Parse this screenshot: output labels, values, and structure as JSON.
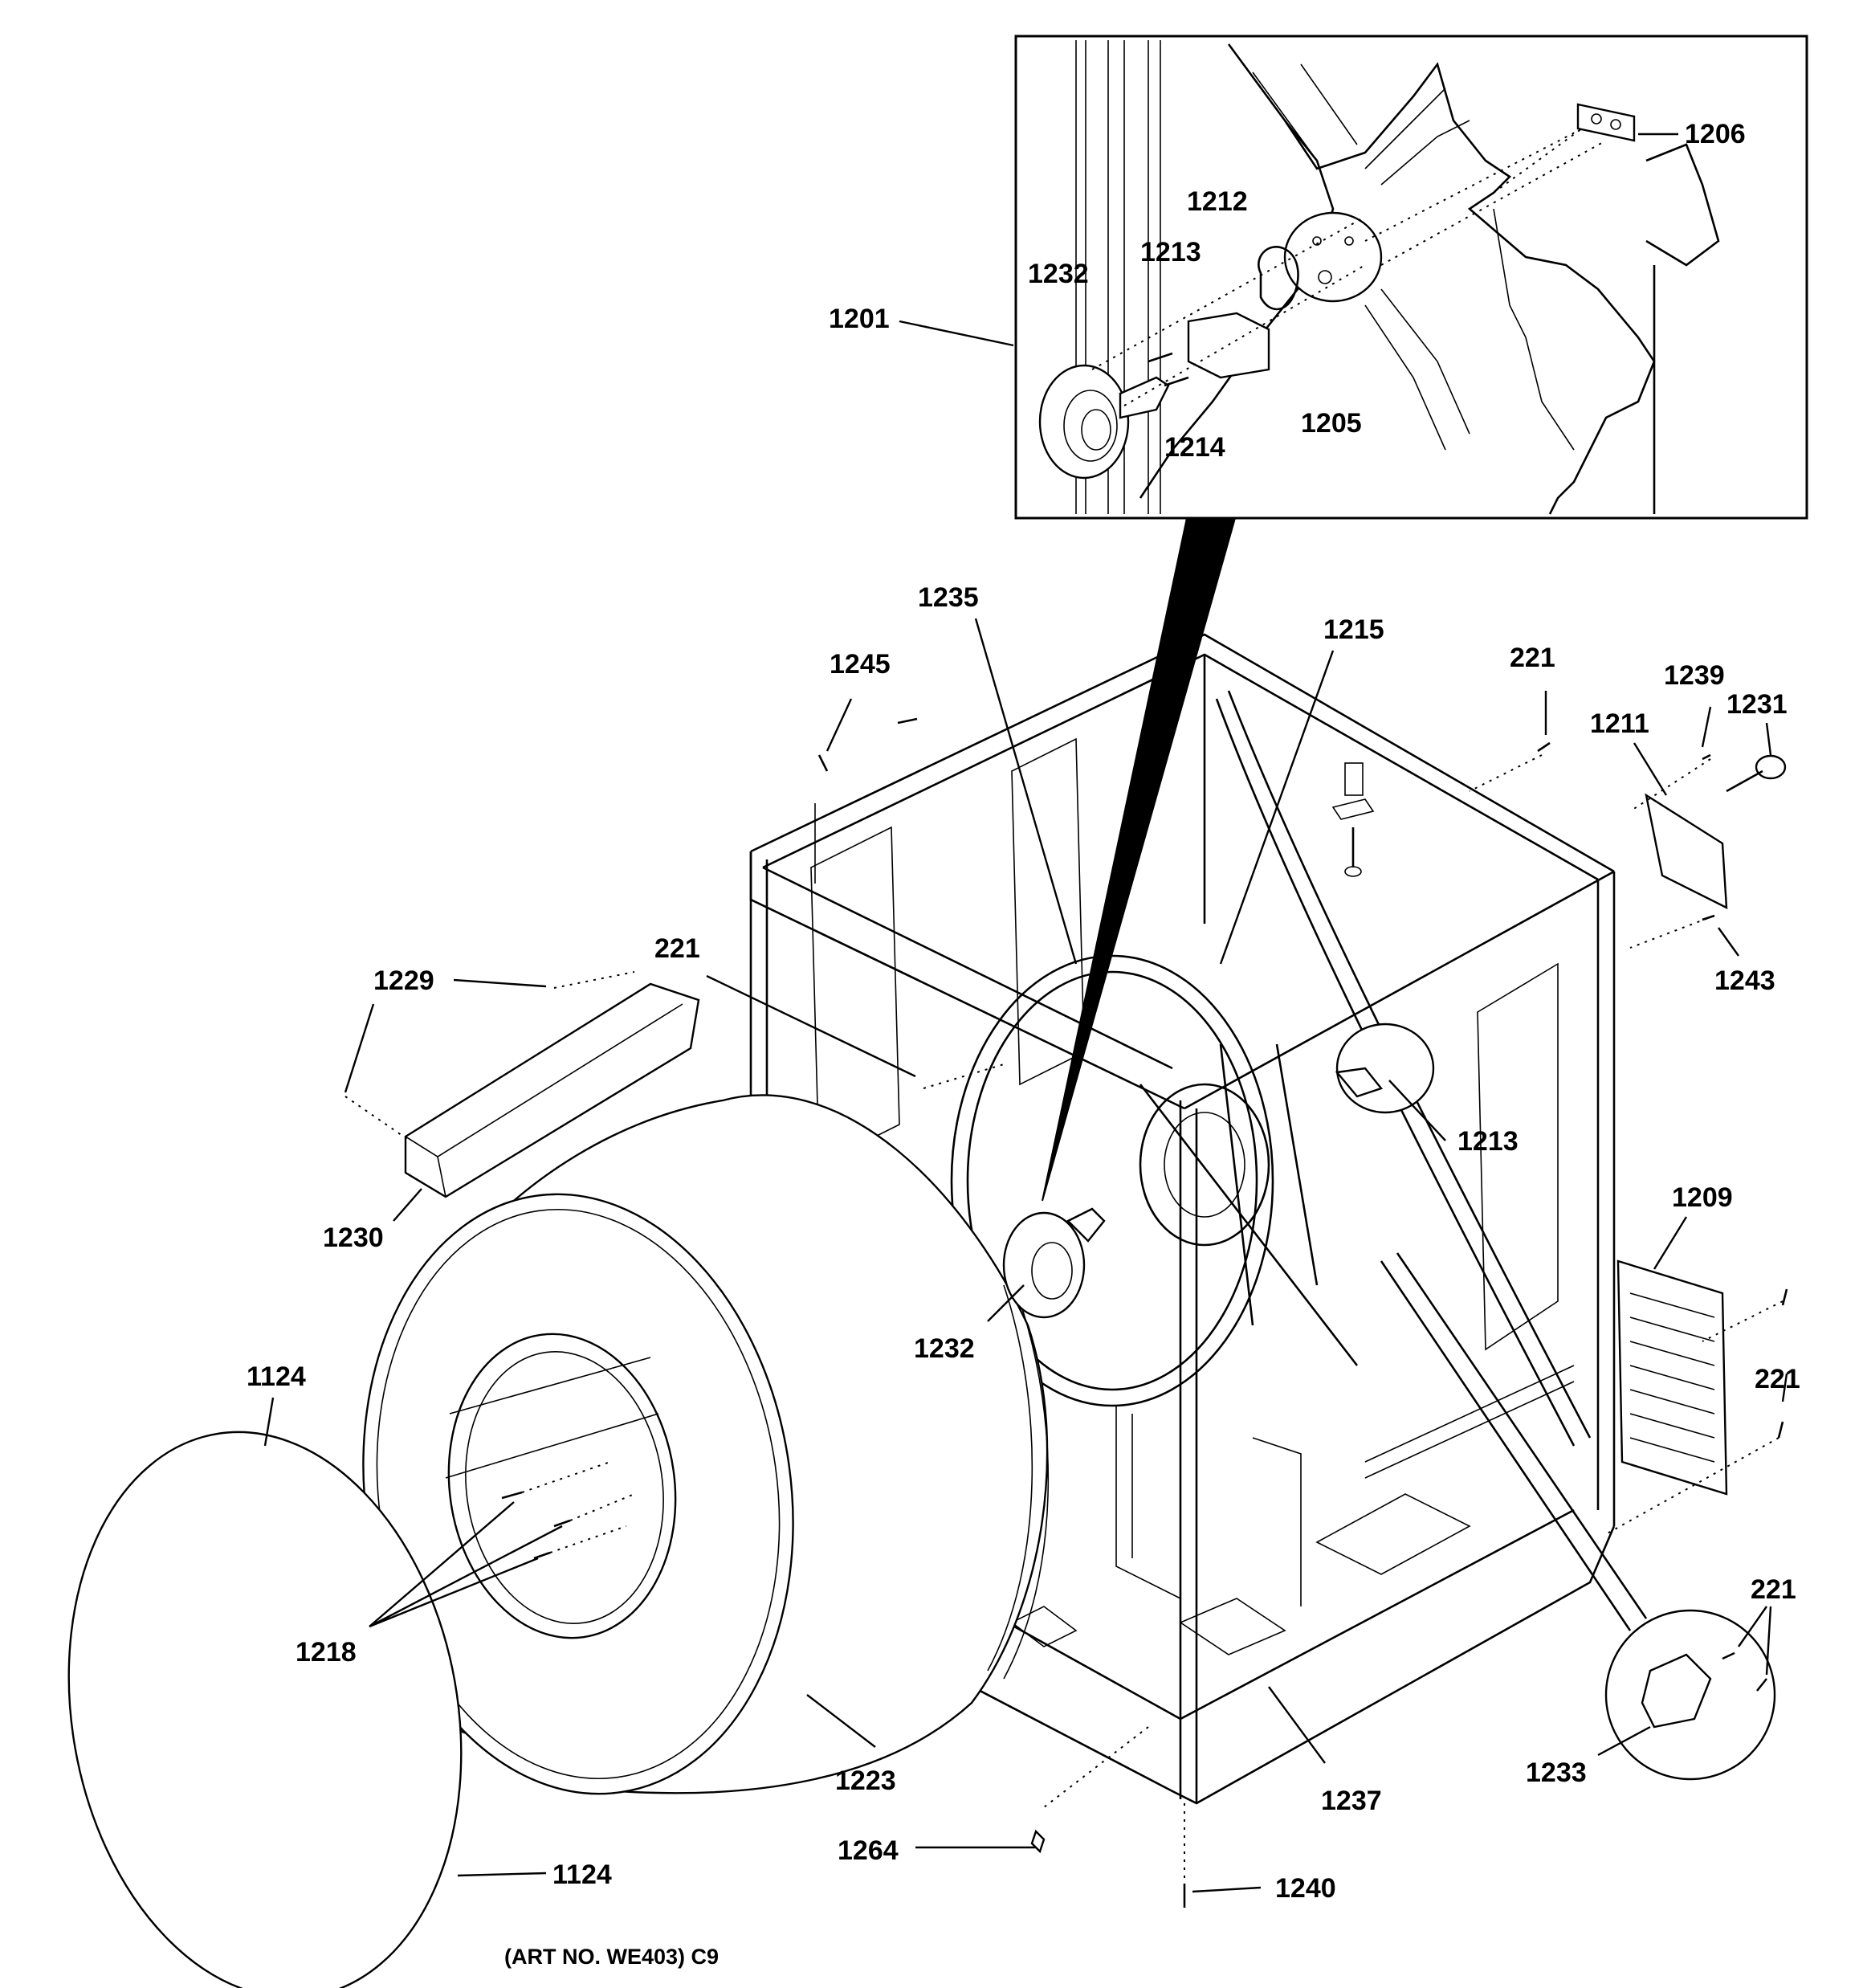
{
  "caption": "(ART NO. WE403) C9",
  "callouts": [
    {
      "id": "c1206",
      "text": "1206"
    },
    {
      "id": "c1212",
      "text": "1212"
    },
    {
      "id": "c1213a",
      "text": "1213"
    },
    {
      "id": "c1232a",
      "text": "1232"
    },
    {
      "id": "c1201",
      "text": "1201"
    },
    {
      "id": "c1214",
      "text": "1214"
    },
    {
      "id": "c1205",
      "text": "1205"
    },
    {
      "id": "c1235",
      "text": "1235"
    },
    {
      "id": "c1215",
      "text": "1215"
    },
    {
      "id": "c221a",
      "text": "221"
    },
    {
      "id": "c1245",
      "text": "1245"
    },
    {
      "id": "c1239",
      "text": "1239"
    },
    {
      "id": "c1231",
      "text": "1231"
    },
    {
      "id": "c1211",
      "text": "1211"
    },
    {
      "id": "c1243",
      "text": "1243"
    },
    {
      "id": "c221b",
      "text": "221"
    },
    {
      "id": "c1229",
      "text": "1229"
    },
    {
      "id": "c1213b",
      "text": "1213"
    },
    {
      "id": "c1209",
      "text": "1209"
    },
    {
      "id": "c1230",
      "text": "1230"
    },
    {
      "id": "c1232b",
      "text": "1232"
    },
    {
      "id": "c221c",
      "text": "221"
    },
    {
      "id": "c1124a",
      "text": "1124"
    },
    {
      "id": "c221d",
      "text": "221"
    },
    {
      "id": "c1218",
      "text": "1218"
    },
    {
      "id": "c1223",
      "text": "1223"
    },
    {
      "id": "c1233",
      "text": "1233"
    },
    {
      "id": "c1237",
      "text": "1237"
    },
    {
      "id": "c1264",
      "text": "1264"
    },
    {
      "id": "c1124b",
      "text": "1124"
    },
    {
      "id": "c1240",
      "text": "1240"
    }
  ]
}
